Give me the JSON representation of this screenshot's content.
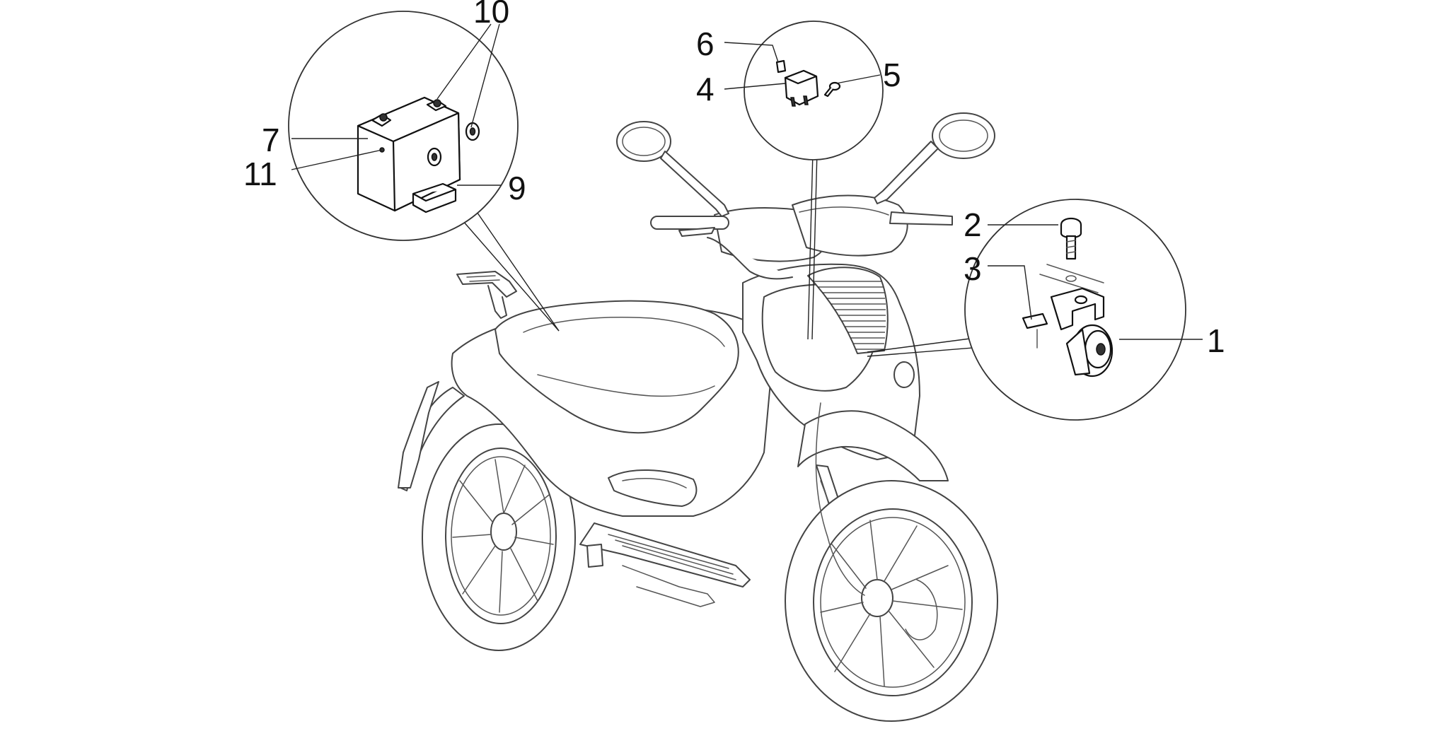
{
  "diagram": {
    "background": "#ffffff",
    "line_color": "#333333",
    "callouts": [
      {
        "id": "c1",
        "label": "1",
        "part": "horn"
      },
      {
        "id": "c2",
        "label": "2",
        "part": "screw"
      },
      {
        "id": "c3",
        "label": "3",
        "part": "horn-bracket-nut"
      },
      {
        "id": "c4",
        "label": "4",
        "part": "relay"
      },
      {
        "id": "c5",
        "label": "5",
        "part": "relay-screw"
      },
      {
        "id": "c6",
        "label": "6",
        "part": "relay-clip"
      },
      {
        "id": "c7",
        "label": "7",
        "part": "battery"
      },
      {
        "id": "c9",
        "label": "9",
        "part": "battery-pad"
      },
      {
        "id": "c10",
        "label": "10",
        "part": "terminal-caps"
      },
      {
        "id": "c11",
        "label": "11",
        "part": "vent-plug"
      }
    ]
  }
}
